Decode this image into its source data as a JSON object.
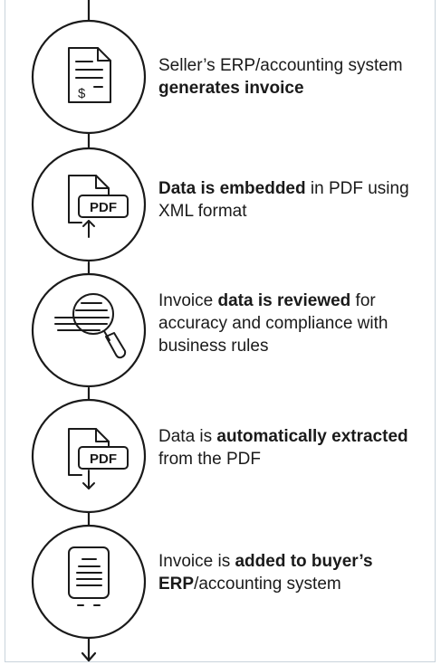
{
  "steps": [
    {
      "icon": "invoice-document-icon",
      "parts": [
        {
          "text": "Seller’s ERP/accounting system ",
          "bold": false
        },
        {
          "text": "generates invoice",
          "bold": true
        }
      ]
    },
    {
      "icon": "pdf-upload-icon",
      "badge": "PDF",
      "parts": [
        {
          "text": "Data is embedded",
          "bold": true
        },
        {
          "text": " in PDF using XML format",
          "bold": false
        }
      ]
    },
    {
      "icon": "magnifier-review-icon",
      "parts": [
        {
          "text": "Invoice ",
          "bold": false
        },
        {
          "text": "data is reviewed",
          "bold": true
        },
        {
          "text": " for accuracy and compliance with business rules",
          "bold": false
        }
      ]
    },
    {
      "icon": "pdf-download-icon",
      "badge": "PDF",
      "parts": [
        {
          "text": "Data is ",
          "bold": false
        },
        {
          "text": "automatically extracted",
          "bold": true
        },
        {
          "text": " from the PDF",
          "bold": false
        }
      ]
    },
    {
      "icon": "erp-device-icon",
      "parts": [
        {
          "text": "Invoice is ",
          "bold": false
        },
        {
          "text": "added to buyer’s ERP",
          "bold": true
        },
        {
          "text": "/accounting system",
          "bold": false
        }
      ]
    }
  ]
}
